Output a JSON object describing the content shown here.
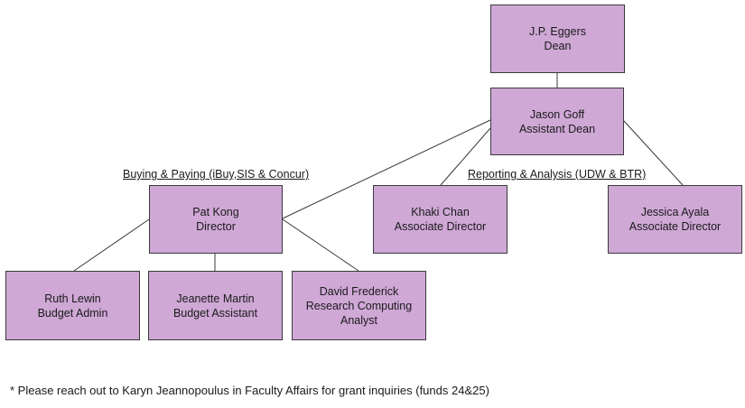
{
  "nodes": {
    "dean": {
      "name": "J.P. Eggers",
      "title": "Dean"
    },
    "assistant_dean": {
      "name": "Jason Goff",
      "title": "Assistant Dean"
    },
    "pat_kong": {
      "name": "Pat Kong",
      "title": "Director"
    },
    "khaki_chan": {
      "name": "Khaki Chan",
      "title": "Associate Director"
    },
    "jessica_ayala": {
      "name": "Jessica Ayala",
      "title": "Associate Director"
    },
    "ruth_lewin": {
      "name": "Ruth Lewin",
      "title": "Budget Admin"
    },
    "jeanette_martin": {
      "name": "Jeanette Martin",
      "title": "Budget Assistant"
    },
    "david_frederick": {
      "name": "David Frederick",
      "title": "Research Computing",
      "title2": "Analyst"
    }
  },
  "groups": {
    "buying_paying": "Buying & Paying (iBuy,SIS & Concur)",
    "reporting_analysis": "Reporting & Analysis (UDW & BTR)"
  },
  "footnote": "* Please reach out to Karyn Jeannopoulus in Faculty Affairs for grant inquiries (funds 24&25)"
}
